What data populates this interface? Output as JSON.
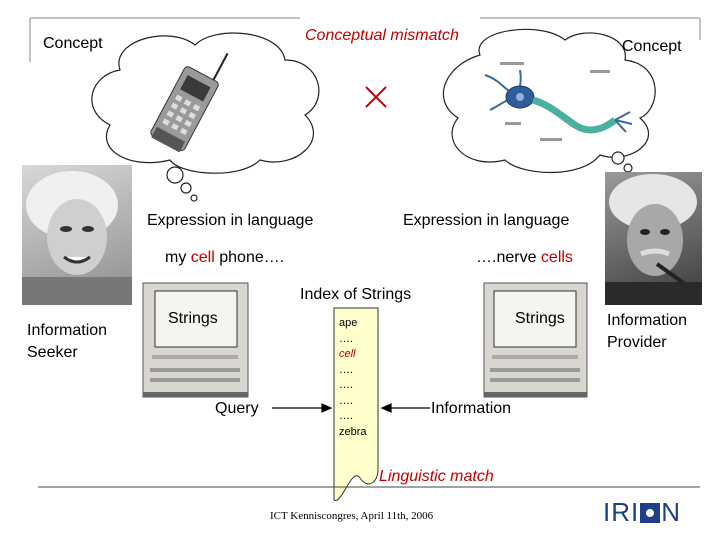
{
  "slide": {
    "concept_left": "Concept",
    "concept_right": "Concept",
    "mismatch_label": "Conceptual mismatch",
    "expr_left": "Expression in language",
    "expr_right": "Expression in language",
    "phrase_left": {
      "prefix": "my ",
      "highlight": "cell",
      "suffix": " phone…."
    },
    "phrase_right": {
      "prefix": "….nerve ",
      "highlight": "cells"
    },
    "index_title": "Index of Strings",
    "strings_left": "Strings",
    "strings_right": "Strings",
    "seeker_label": [
      "Information",
      "Seeker"
    ],
    "provider_label": [
      "Information",
      "Provider"
    ],
    "query_label": "Query",
    "information_label": "Information",
    "index_items": [
      "ape",
      "….",
      "cell",
      "….",
      "….",
      "….",
      "….",
      "zebra"
    ],
    "linguistic_match": "Linguistic match",
    "footer": "ICT Kenniscongres, April 11th, 2006",
    "logo": {
      "left": "IRI",
      "right": "N"
    }
  },
  "colors": {
    "accent_red": "#c00000",
    "logo_blue": "#1f3f8a"
  },
  "icons": [
    "cell-phone-icon",
    "neuron-icon",
    "mismatch-cross-icon",
    "computer-icon"
  ]
}
